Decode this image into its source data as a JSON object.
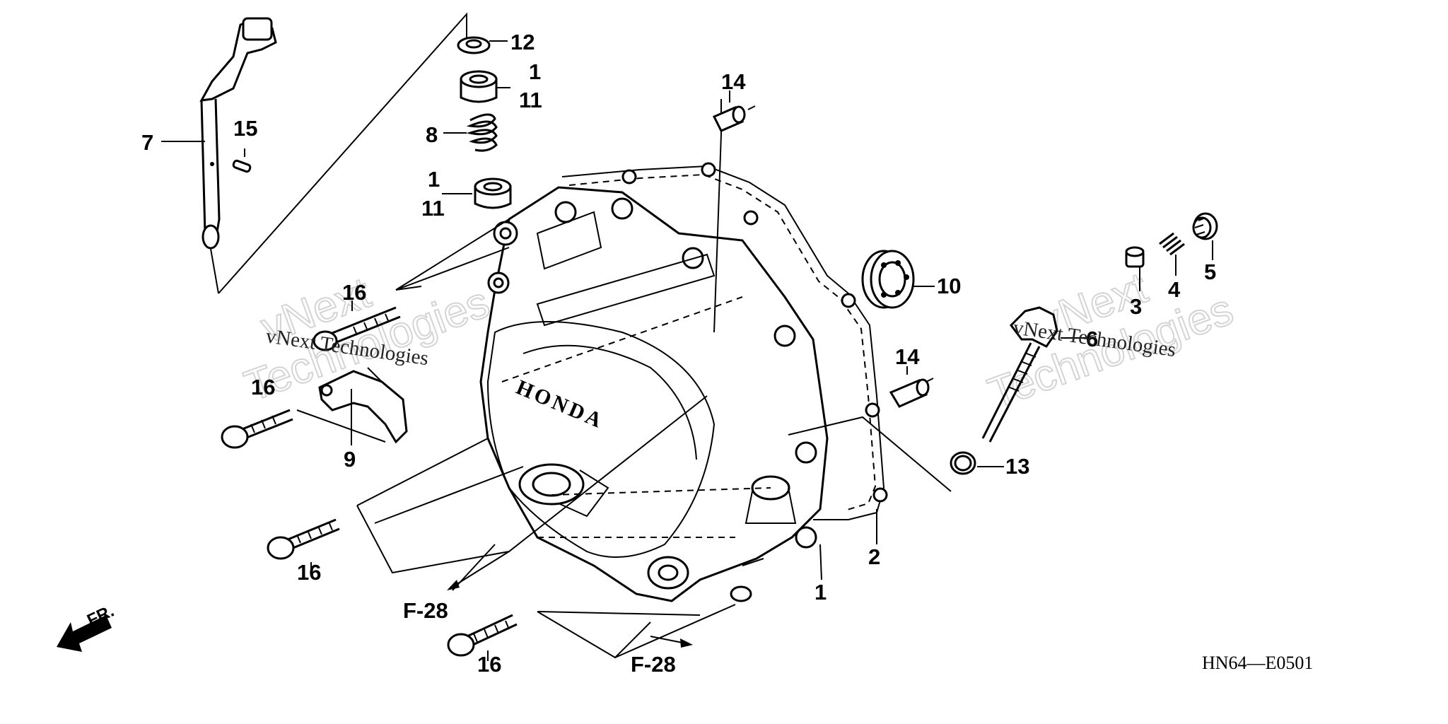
{
  "diagram": {
    "callouts": {
      "p1_top": "1",
      "p11_top": "11",
      "p1_mid": "1",
      "p11_mid": "11",
      "p1_bottom": "1",
      "p2": "2",
      "p3": "3",
      "p4": "4",
      "p5": "5",
      "p6": "6",
      "p7": "7",
      "p8": "8",
      "p9": "9",
      "p10": "10",
      "p12": "12",
      "p13": "13",
      "p14_top": "14",
      "p14_mid": "14",
      "p15": "15",
      "p16_a": "16",
      "p16_b": "16",
      "p16_c": "16",
      "p16_d": "16"
    },
    "refs": {
      "left": "F-28",
      "bottom": "F-28"
    },
    "front_arrow": "FR.",
    "cover_logo": "HONDA",
    "diagram_code": "HN64—E0501",
    "watermarks": {
      "left_line": "vNext Technologies",
      "right_line": "vNext Technologies",
      "left_big_1": "vNext",
      "left_big_2": "Technologies",
      "right_big_1": "vNext",
      "right_big_2": "Technologies"
    }
  }
}
